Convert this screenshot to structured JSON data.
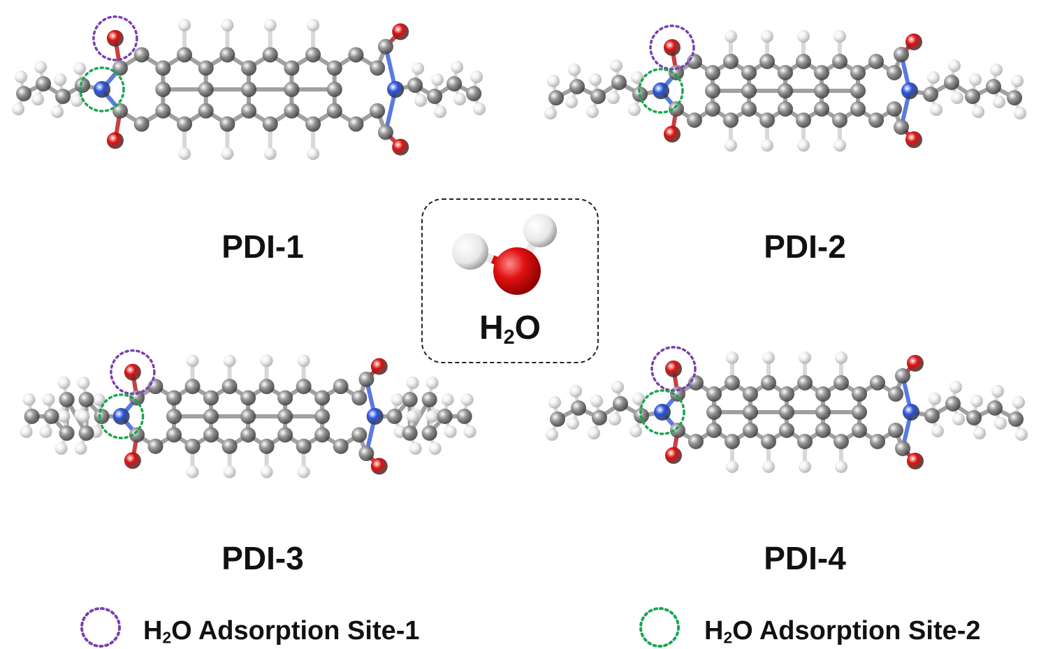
{
  "molecules": [
    {
      "id": "pdi-1",
      "label": "PDI-1"
    },
    {
      "id": "pdi-2",
      "label": "PDI-2"
    },
    {
      "id": "pdi-3",
      "label": "PDI-3"
    },
    {
      "id": "pdi-4",
      "label": "PDI-4"
    }
  ],
  "water": {
    "formula_main": "H",
    "formula_sub": "2",
    "formula_end": "O"
  },
  "legend": [
    {
      "prefix": "H",
      "sub": "2",
      "text": "O Adsorption Site-1",
      "color": "#7a3fb0"
    },
    {
      "prefix": "H",
      "sub": "2",
      "text": "O Adsorption Site-2",
      "color": "#1aa650"
    }
  ],
  "colors": {
    "carbon": "#9a9a9a",
    "hydrogen": "#f2f2f2",
    "oxygen": "#e01010",
    "nitrogen": "#2b55e0"
  }
}
